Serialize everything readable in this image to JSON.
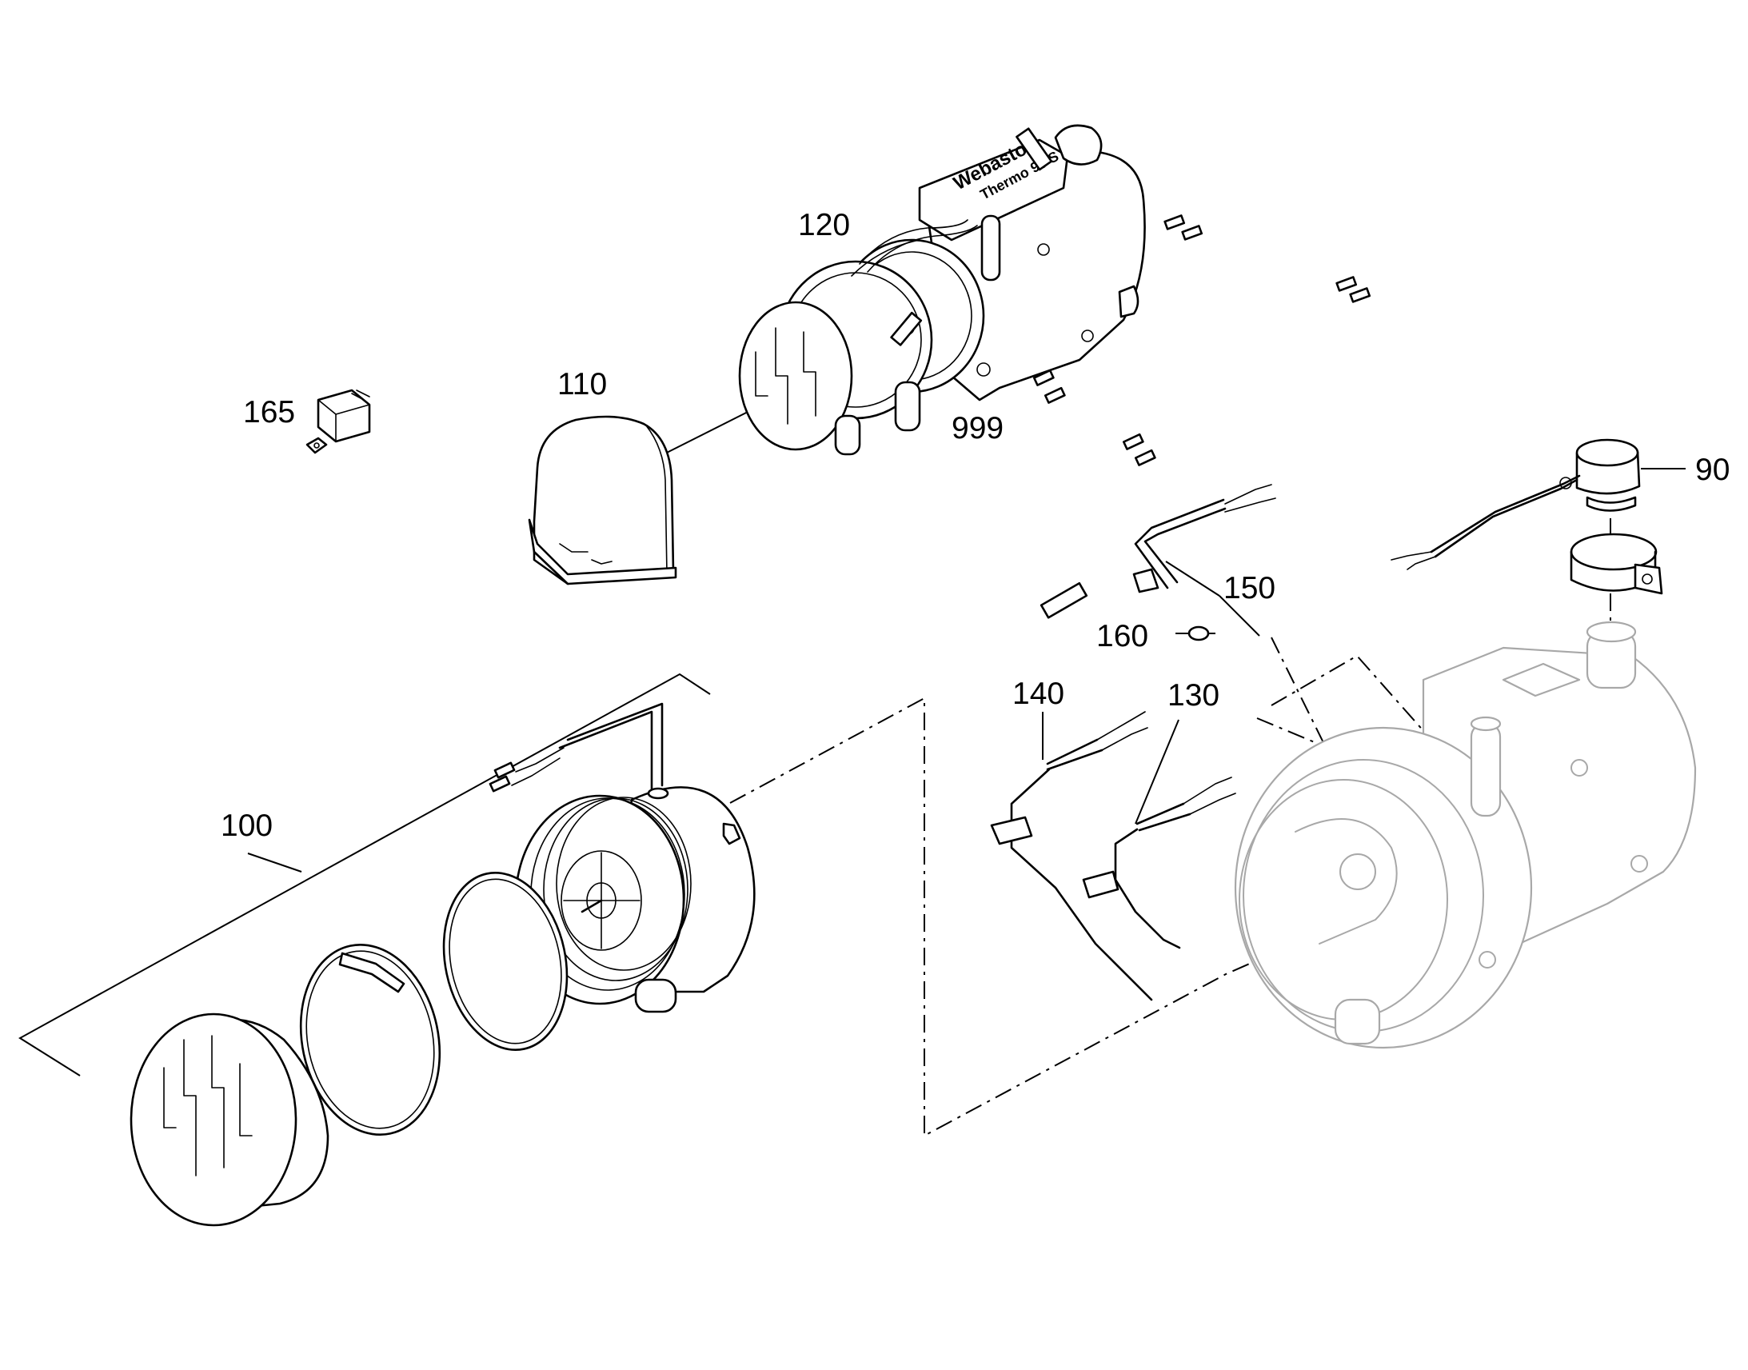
{
  "callouts": {
    "c90": "90",
    "c100": "100",
    "c110": "110",
    "c120": "120",
    "c130": "130",
    "c140": "140",
    "c150": "150",
    "c160": "160",
    "c165": "165",
    "c999": "999"
  },
  "heater_label": {
    "brand": "Webasto",
    "model": "Thermo 90 S"
  },
  "colors": {
    "line": "#000000",
    "ghost": "#a8a8a8",
    "background": "#ffffff"
  }
}
